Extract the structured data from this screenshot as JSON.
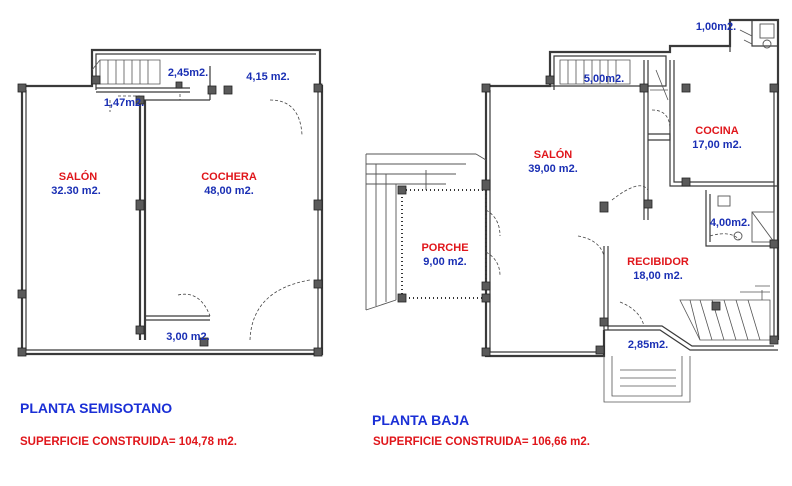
{
  "semisotano": {
    "title": "PLANTA SEMISOTANO",
    "surface_label": "SUPERFICIE CONSTRUIDA=",
    "surface_value": "104,78 m2.",
    "rooms": {
      "salon": {
        "name": "SALÓN",
        "area": "32.30 m2."
      },
      "cochera": {
        "name": "COCHERA",
        "area": "48,00 m2."
      },
      "a245": {
        "area": "2,45m2."
      },
      "a415": {
        "area": "4,15 m2."
      },
      "a147": {
        "area": "1,47m2."
      },
      "a300": {
        "area": "3,00 m2."
      }
    }
  },
  "baja": {
    "title": "PLANTA BAJA",
    "surface_label": "SUPERFICIE CONSTRUIDA=",
    "surface_value": "106,66 m2.",
    "rooms": {
      "salon": {
        "name": "SALÓN",
        "area": "39,00 m2."
      },
      "porche": {
        "name": "PORCHE",
        "area": "9,00 m2."
      },
      "cocina": {
        "name": "COCINA",
        "area": "17,00 m2."
      },
      "recibidor": {
        "name": "RECIBIDOR",
        "area": "18,00 m2."
      },
      "a100": {
        "area": "1,00m2."
      },
      "a500": {
        "area": "5,00m2."
      },
      "a400": {
        "area": "4,00m2."
      },
      "a285": {
        "area": "2,85m2."
      }
    }
  },
  "colors": {
    "room_name": "#e0161b",
    "area": "#1a2fb4",
    "title": "#1a2fd6"
  }
}
